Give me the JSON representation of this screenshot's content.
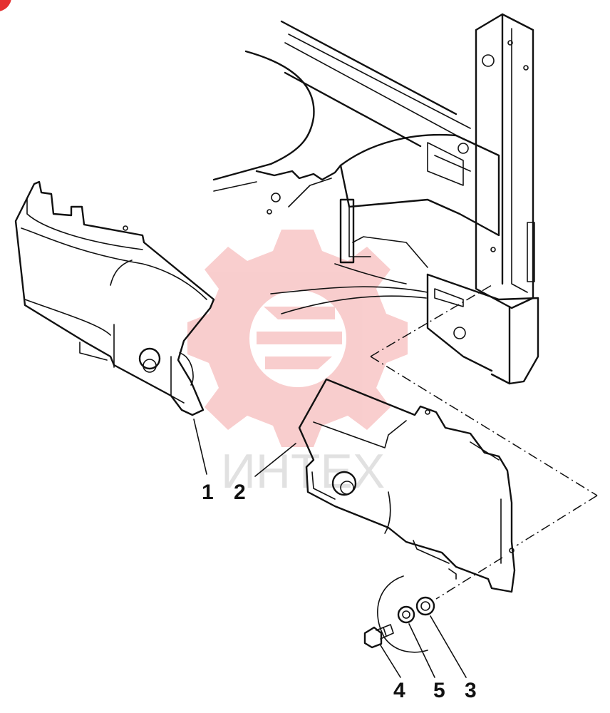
{
  "diagram": {
    "callouts": [
      "1",
      "2",
      "4",
      "5",
      "3"
    ]
  },
  "watermark": {
    "text": "ИНТЕХ",
    "color": "#f08a8a"
  },
  "corner_badge": {
    "color": "#e53030"
  }
}
